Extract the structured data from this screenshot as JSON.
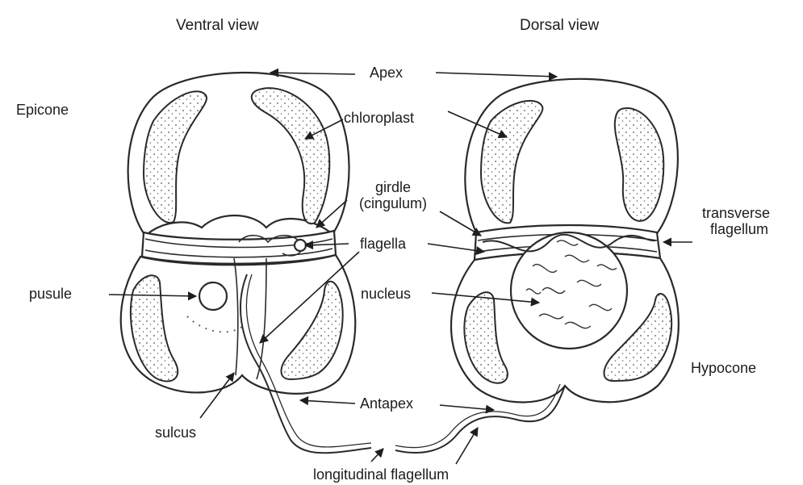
{
  "headings": {
    "ventral": "Ventral view",
    "dorsal": "Dorsal view"
  },
  "labels": {
    "apex": "Apex",
    "epicone": "Epicone",
    "chloroplast": "chloroplast",
    "girdle_line1": "girdle",
    "girdle_line2": "(cingulum)",
    "transverse_line1": "transverse",
    "transverse_line2": "flagellum",
    "flagella": "flagella",
    "pusule": "pusule",
    "nucleus": "nucleus",
    "hypocone": "Hypocone",
    "antapex": "Antapex",
    "sulcus": "sulcus",
    "longitudinal_flagellum": "longitudinal flagellum"
  }
}
